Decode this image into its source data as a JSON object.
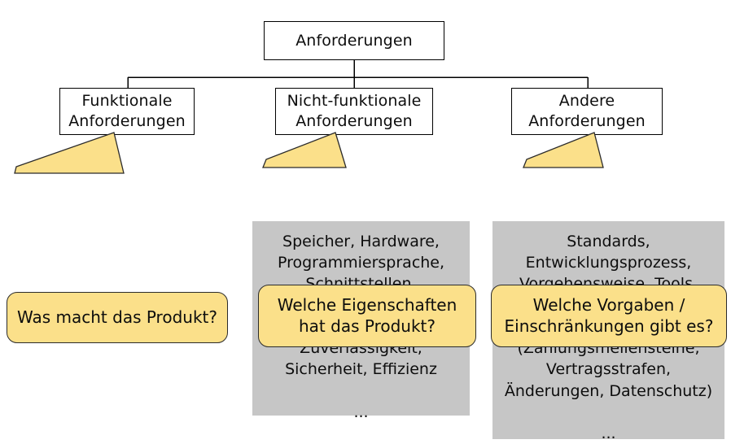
{
  "diagram": {
    "title": "Anforderungen",
    "tree": {
      "root": {
        "label": "Anforderungen"
      },
      "children": [
        {
          "id": "funktionale",
          "label": "Funktionale\nAnforderungen"
        },
        {
          "id": "nicht-funktionale",
          "label": "Nicht-funktionale\nAnforderungen"
        },
        {
          "id": "andere",
          "label": "Andere\nAnforderungen"
        }
      ]
    },
    "callouts": [
      {
        "id": "funktionale",
        "text": "Was macht das Produkt?"
      },
      {
        "id": "nicht-funktionale",
        "text": "Welche Eigenschaften\nhat das Produkt?"
      },
      {
        "id": "andere",
        "text": "Welche Vorgaben /\nEinschränkungen gibt es?"
      }
    ],
    "detail_boxes": [
      {
        "id": "nicht-funktionale",
        "text": "Speicher, Hardware,\nProgrammiersprache,\nSchnittstellen,\nBenutzungsschnittstellen,\nInteroperabilität,\nZuverlässigkeit,\nSicherheit, Effizienz\n\n..."
      },
      {
        "id": "andere",
        "text": "Standards,\nEntwicklungsprozess,\nVorgehensweise, Tools,\nRechtlich-vertragliche\nAnforderungen,\n(Zahlungsmeilensteine,\nVertragsstrafen,\nÄnderungen, Datenschutz)\n\n..."
      }
    ],
    "colors": {
      "callout_fill": "#fbe08a",
      "callout_stroke": "#2b2b2b",
      "detail_fill": "#c6c6c6",
      "box_stroke": "#000000",
      "background": "#ffffff",
      "text": "#0d0d0d"
    }
  }
}
